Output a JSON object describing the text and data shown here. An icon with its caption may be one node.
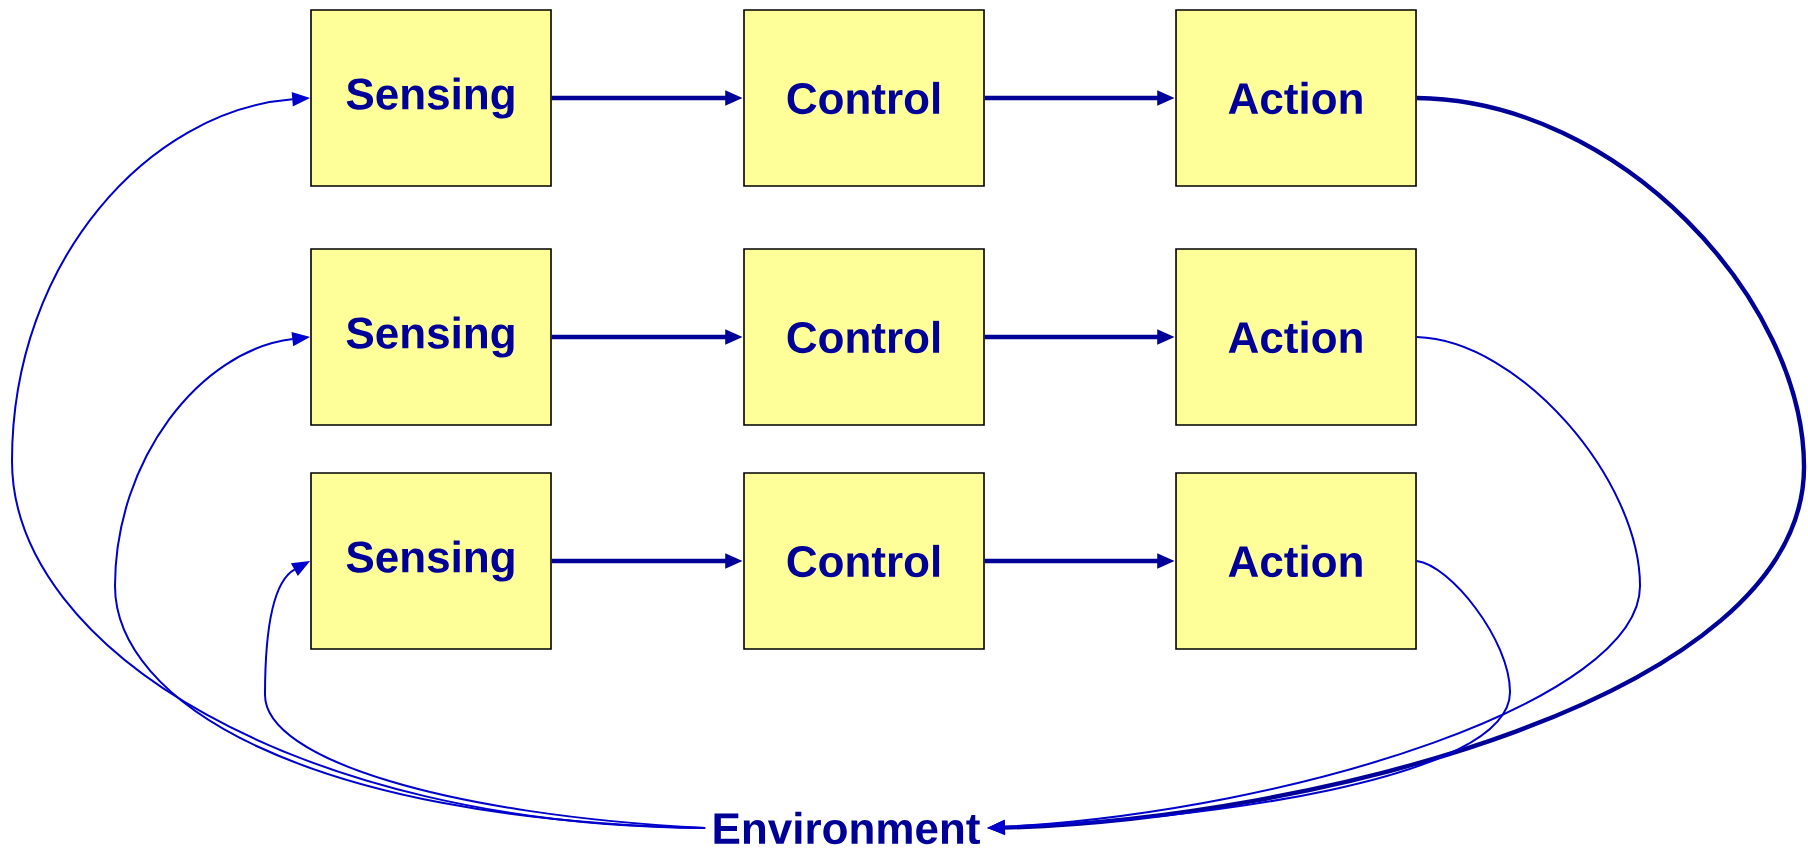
{
  "diagram": {
    "nodes": [
      {
        "text": [
          "Sensing"
        ]
      },
      {
        "text": [
          "Control"
        ]
      },
      {
        "text": [
          "Action"
        ]
      },
      {
        "text": [
          "Sensing"
        ]
      },
      {
        "text": [
          "Control"
        ]
      },
      {
        "text": [
          "Action"
        ]
      },
      {
        "text": [
          "Sensing"
        ]
      },
      {
        "text": [
          "Control"
        ]
      },
      {
        "text": [
          "Action"
        ]
      },
      {
        "text": [
          "Environment"
        ]
      }
    ],
    "edges": [
      {
        "from": 0,
        "to": 1,
        "arrow": "to"
      },
      {
        "from": 1,
        "to": 2,
        "arrow": "to"
      },
      {
        "from": 3,
        "to": 4,
        "arrow": "to"
      },
      {
        "from": 4,
        "to": 5,
        "arrow": "to"
      },
      {
        "from": 6,
        "to": 7,
        "arrow": "to"
      },
      {
        "from": 7,
        "to": 8,
        "arrow": "to"
      },
      {
        "from": 2,
        "to": 9,
        "arrow": "to"
      },
      {
        "from": 5,
        "to": 9,
        "arrow": "to",
        "color": "#0000cc"
      },
      {
        "from": 8,
        "to": 9,
        "arrow": "to",
        "color": "#0000cc"
      },
      {
        "from": 9,
        "to": 0,
        "arrow": "to",
        "color": "#0000cc"
      },
      {
        "from": 9,
        "to": 3,
        "arrow": "to",
        "color": "#0000cc"
      },
      {
        "from": 9,
        "to": 6,
        "arrow": "to",
        "color": "#0000cc"
      }
    ]
  }
}
